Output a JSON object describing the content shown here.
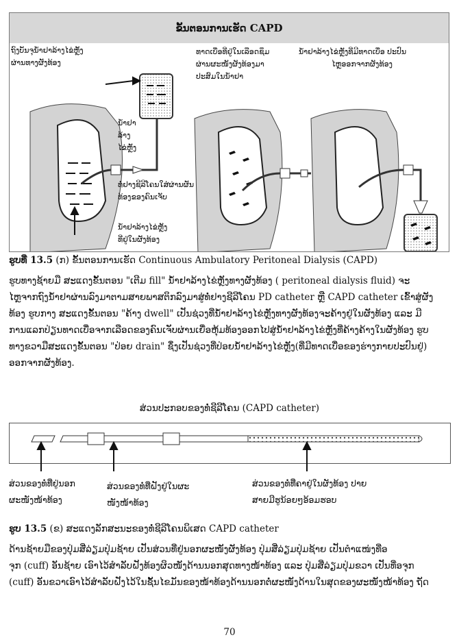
{
  "figure1": {
    "title": "ຂັ້ນຕອນການເຮັດ CAPD",
    "label_a": [
      "ຖົງບັນຈຸນ້ຳຢາລ້າງໄຂ່ຫຼັງ",
      "ຜ່ານທາງຜັງທ້ອງ"
    ],
    "label_b": [
      "ນ້ຳຢາ",
      "ລ້າງ",
      "ໄຂ່ຫຼັງ"
    ],
    "label_c": [
      "ທໍ່ຢາງຊີລີໂຄນໃສ່ຜ່ານຜັນ",
      "ທ້ອງຂອງຄົນເຈັບ"
    ],
    "label_d": [
      "ນ້ຳຢາລ້າງໄຂ່ຫຼັງ",
      "ທີ່ຢູ່ໃນຜັງທ້ອງ"
    ],
    "label_e": [
      "ທາດເບື່ອທີ່ຢູ່ໃນເລືອດຊຶມ",
      "ຜ່ານຜະໜັງຜັງທ້ອງມາ",
      "ປະສົມໃນນ້ຳຢາ"
    ],
    "label_f": [
      "ນ້ຳຢາລ້າງໄຂ່ຫຼັງທີ່ມີທາດເບື່ອ ປະປົນ",
      "ໄຫຼອອກຈາກຜັງທ້ອງ"
    ]
  },
  "caption1": {
    "number": "ຮູບທີ່ 13.5",
    "text": "(ກ)  ຂັ້ນຕອນການເຮັດ Continuous Ambulatory Peritoneal Dialysis (CAPD)"
  },
  "paragraph1": [
    "      ຮູບທາງຊ້າຍມື ສະແດງຂັ້ນຕອນ \"ເຕີມ fill\" ນ້ຳຢາລ້າງໄຂ່ຫຼັງທາງຜັງທ້ອງ ( peritoneal dialysis fluid) ຈະ",
    "ໄຫຼຈາກຖົງນ້ຳຢາຜ່ານລົງມາຕາມສາຍພາສຕິກລົງມາສູ່ທໍ່ຢາງຊີລີໂຄນ PD catheter ຫຼື CAPD catheter ເຂົ້າສູ່ຜັງ",
    "ທ້ອງ   ຮູບກາງ ສະແດງຂັ້ນຕອນ \"ຄ້າງ dwell\" ເປັນຊ່ວງທີ່ນ້ຳຢາລ້າງໄຂ່ຫຼັງທາງຜັງທ້ອງຈະຄ້າງຢູ່ໃນຜັງທ້ອງ ແລະ ມີ",
    "ການແລກປ່ຽນທາດເບື່ອຈາກເລືອດຂອງຄົນເຈັບຜ່ານເຍື່ອຫຸ້ມທ້ອງອອກໄປສູ່ນ້ຳຢາລ້າງໄຂ່ຫຼັງທີ່ຄ້າງຄ້າງໃນຜັງທ້ອງ  ຮູບ",
    "ທາງຂວາມືສະແດງຂັ້ນຕອນ \"ປ່ອຍ drain\" ຊຶ່ງເປັນຊ່ວງທີ່ປ່ອຍນ້ຳຢາລ້າງໄຂ່ຫຼັງ(ທີ່ມີທາດເບື່ອຂອງຮ່າງກາຍປະປົນຢູ່)",
    "ອອກຈາກຜັງທ້ອງ."
  ],
  "figure2": {
    "title": "ສ່ວນປະກອບຂອງທໍ່ຊີລີໂຄນ (CAPD catheter)",
    "label_left": [
      "ສ່ວນຂອງທໍ່ທີ່ຢູ່ນອກ",
      "ຜະໜັງໜ້າທ້ອງ"
    ],
    "label_mid": [
      "ສ່ວນຂອງທໍ່ທີ່ຝັງຢູ່ໃນຜະ",
      "ໜັງໜ້າທ້ອງ"
    ],
    "label_right": [
      "ສ່ວນຂອງທໍ່ທີ່ຄາຢູ່ໃນຜັງທ້ອງ ປາຍ",
      "ສາຍມີຮູນ້ອຍໆອ້ອມຮອບ"
    ]
  },
  "caption2": {
    "number": "ຮູບ 13.5",
    "text": "(ຂ)  ສະແດງລັກສະນະຂອງທໍ່ຊີລີໂຄນພິເສດ CAPD catheter"
  },
  "paragraph2": [
    "      ດ້ານຊ້າຍມືຂອງປຸ່ມສີ່ລ່ຽມປຸ່ມຊ້າຍ   ເປັນສ່ວນທີ່ຢູ່ນອກຜະໜັງຜັງທ້ອງ  ປຸ່ມສີ່ລ່ຽມປຸ່ມຊ້າຍ  ເປັນຕຳແໜ່ງທີ່ອ",
    "ຈຸກ (cuff) ອັນຊ້າຍ ເອົາໄວ້ສຳລັບຝັງທ້ອງຜິວໜັງດ້ານນອກສຸດທາງໜ້າທ້ອງ  ແລະ  ປຸ່ມສີ່ລ່ຽມປຸ່ມຂວາ  ເປັນທີ່ອຈຸກ",
    "(cuff) ອັນຂວາເອົາໄວ້ສຳລັບຝັງໄວ້ໃນຊັ້ນໄຂມັນຂອງໜ້າທ້ອງດ້ານນອກຕໍ່ຜະໜັງດ້ານໃນສຸດຂອງຜະໜັງໜ້າທ້ອງ  ຖັດ"
  ],
  "page_number": "70"
}
